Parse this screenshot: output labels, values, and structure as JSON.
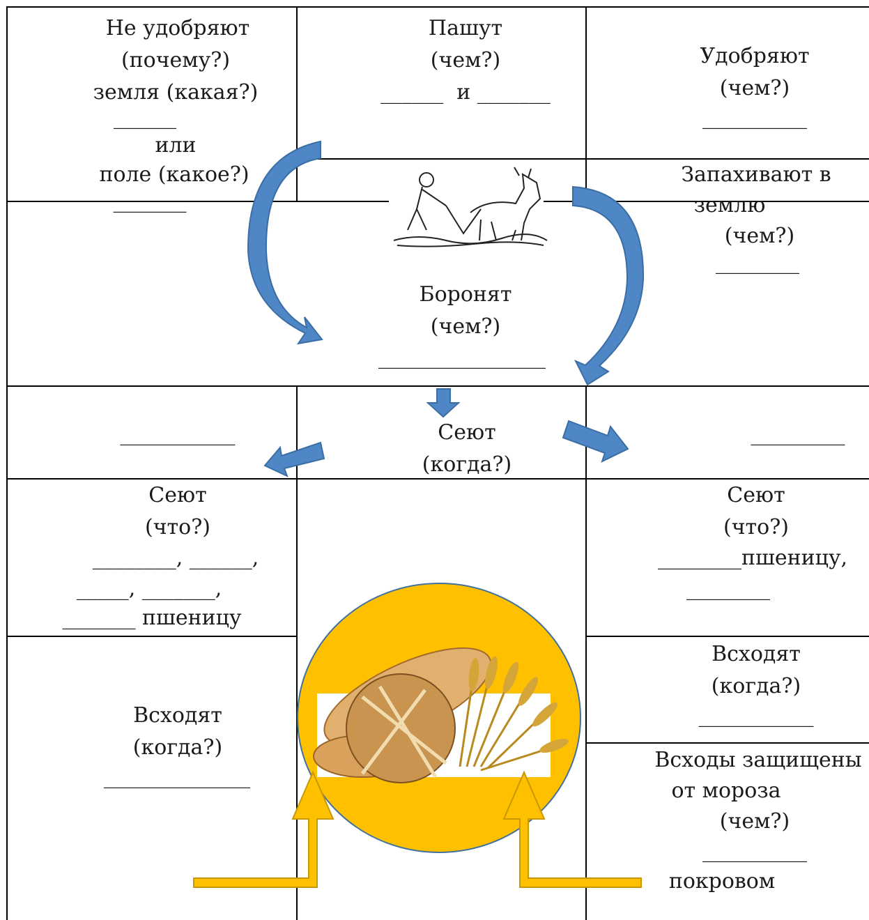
{
  "cells": {
    "top_left": {
      "lines": [
        "Не удобряют",
        "(почему?)",
        "земля (какая?)",
        "______",
        "или",
        "поле (какое?)",
        "_______"
      ]
    },
    "top_middle": {
      "lines": [
        "Пашут",
        "(чем?)",
        "______  и _______"
      ]
    },
    "top_right": {
      "lines": [
        "Удобряют",
        "(чем?)",
        "__________"
      ]
    },
    "middle_right": {
      "lines": [
        "Запахивают в",
        "землю",
        "(чем?)",
        "________"
      ]
    },
    "harrow_row": {
      "lines": [
        "Боронят",
        "(чем?)",
        "________________"
      ]
    },
    "sow_row": {
      "left_blank": "___________",
      "center_lines": [
        "Сеют",
        "(когда?)"
      ],
      "right_blank": "_________"
    },
    "sow_left": {
      "lines": [
        "Сеют",
        "(что?)",
        "________, ______,",
        "_____, _______,",
        "_______ пшеницу"
      ]
    },
    "sow_right": {
      "lines": [
        "Сеют",
        "(что?)",
        "________пшеницу,",
        "________"
      ]
    },
    "sprout_left": {
      "lines": [
        "Всходят",
        "(когда?)",
        "______________"
      ]
    },
    "sprout_right": {
      "lines": [
        "Всходят",
        "(когда?)",
        "___________"
      ]
    },
    "protect_right": {
      "lines": [
        "Всходы защищены",
        "от мороза",
        "(чем?)",
        "__________",
        "покровом"
      ]
    }
  },
  "colors": {
    "blue_arrow": "#4f86c6",
    "blue_arrow_edge": "#3a6ea5",
    "yellow": "#ffc000",
    "yellow_edge": "#c99700",
    "ellipse_edge": "#41719c"
  },
  "images": {
    "plowman": "plowman-with-horse-illustration",
    "bread": "bread-and-wheat-photo"
  }
}
